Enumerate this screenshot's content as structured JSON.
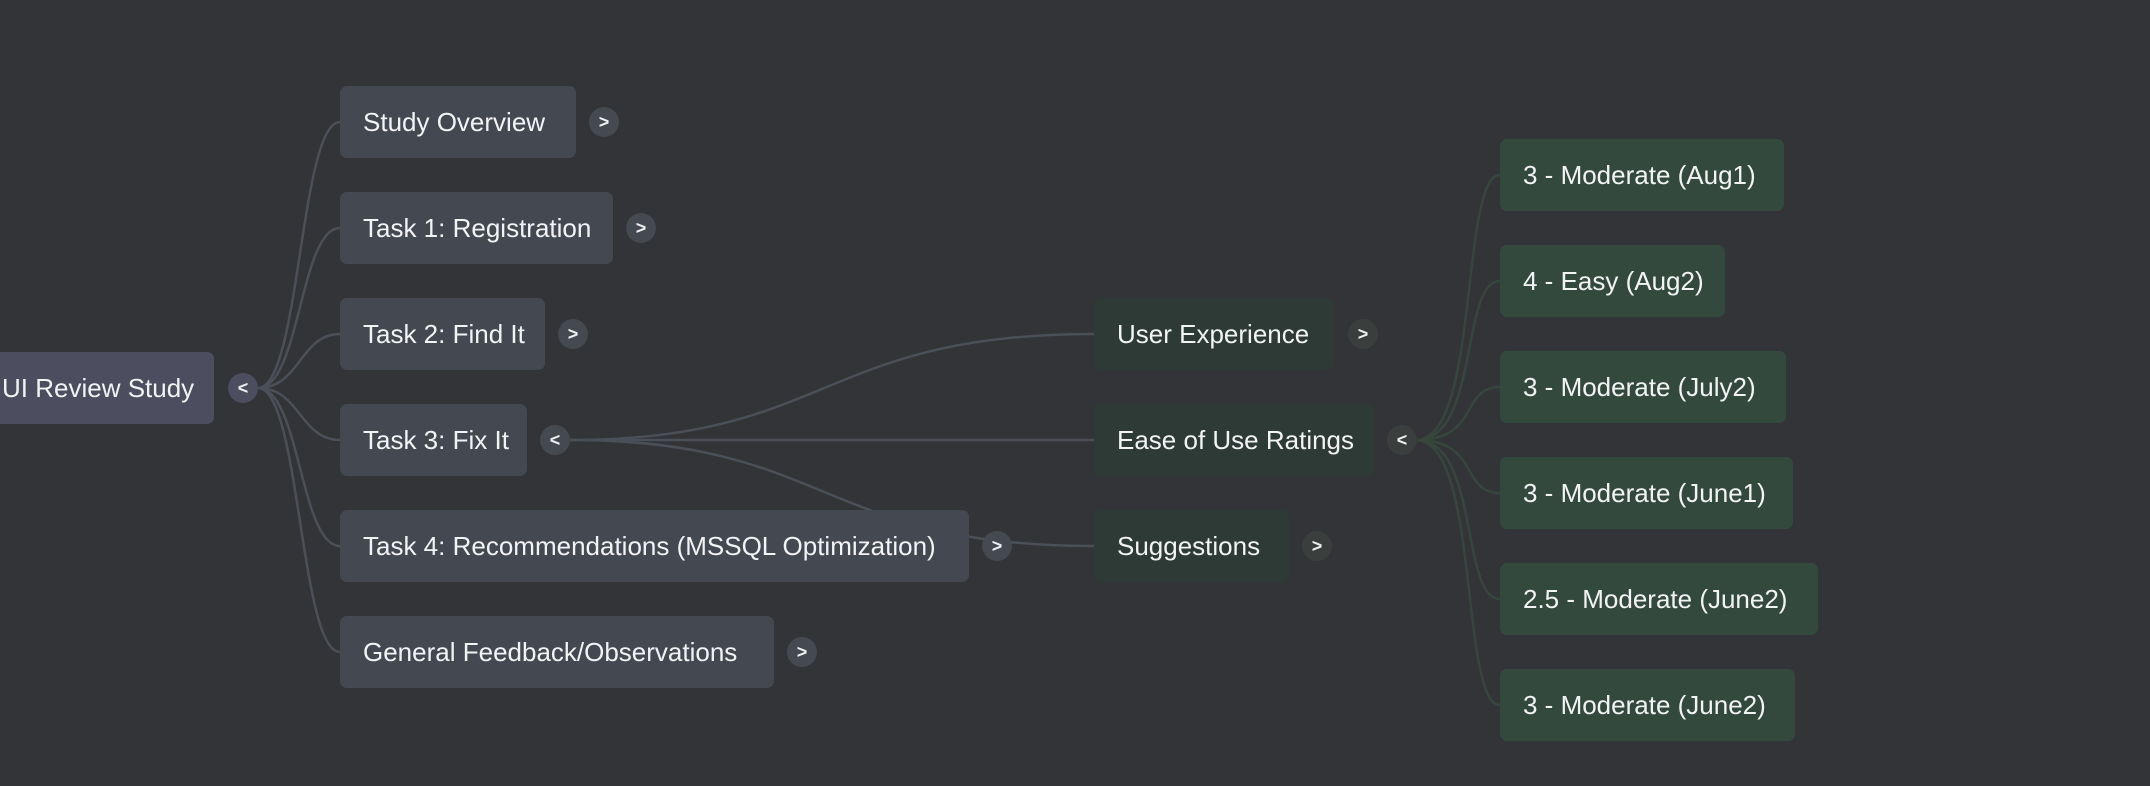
{
  "root": {
    "label": "UI Review Study",
    "toggle": "<"
  },
  "tasks": [
    {
      "label": "Study Overview",
      "toggle": ">"
    },
    {
      "label": "Task 1: Registration",
      "toggle": ">"
    },
    {
      "label": "Task 2: Find It",
      "toggle": ">"
    },
    {
      "label": "Task 3: Fix It",
      "toggle": "<"
    },
    {
      "label": "Task 4: Recommendations (MSSQL Optimization)",
      "toggle": ">"
    },
    {
      "label": "General Feedback/Observations",
      "toggle": ">"
    }
  ],
  "fix_it_children": [
    {
      "label": "User Experience",
      "toggle": ">"
    },
    {
      "label": "Ease of Use Ratings",
      "toggle": "<"
    },
    {
      "label": "Suggestions",
      "toggle": ">"
    }
  ],
  "ratings": [
    {
      "label": "3 - Moderate (Aug1)"
    },
    {
      "label": "4 - Easy (Aug2)"
    },
    {
      "label": "3 - Moderate (July2)"
    },
    {
      "label": "3 - Moderate (June1)"
    },
    {
      "label": "2.5 - Moderate (June2)"
    },
    {
      "label": "3 - Moderate (June2)"
    }
  ],
  "colors": {
    "background": "#323437",
    "root_node": "#4c4e5f",
    "task_node": "#444951",
    "subtopic_node": "#2e3a35",
    "rating_node": "#34493e",
    "edge_gray": "#4b4f58",
    "edge_green": "#37463d"
  }
}
